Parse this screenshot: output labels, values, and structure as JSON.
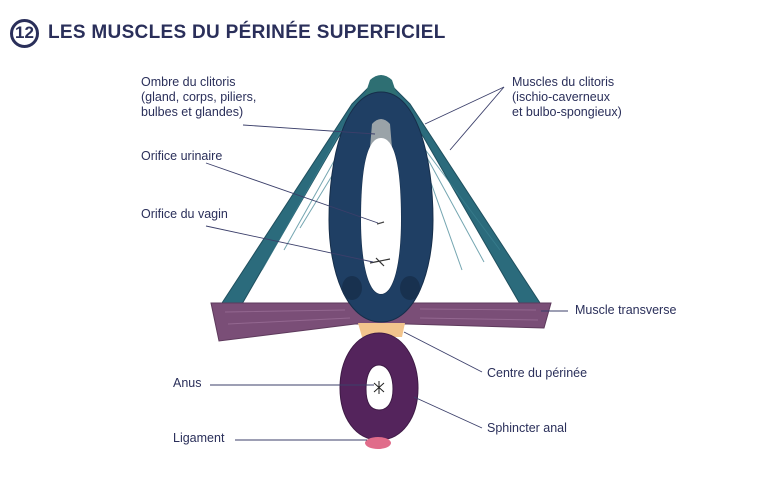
{
  "header": {
    "number": "12",
    "title": "LES MUSCLES DU PÉRINÉE SUPERFICIEL"
  },
  "labels": {
    "clitoris_shadow": [
      "Ombre du clitoris",
      "(gland, corps, piliers,",
      "bulbes et glandes)"
    ],
    "clitoris_muscles": [
      "Muscles du clitoris",
      "(ischio-caverneux",
      "et bulbo-spongieux)"
    ],
    "urinary_orifice": "Orifice urinaire",
    "vaginal_orifice": "Orifice du vagin",
    "transverse_muscle": "Muscle transverse",
    "perineum_center": "Centre du périnée",
    "anus": "Anus",
    "anal_sphincter": "Sphincter anal",
    "ligament": "Ligament"
  },
  "colors": {
    "title": "#2a2f5a",
    "ischio_muscle": "#2b6b7c",
    "bulbo_muscle": "#1f3f64",
    "transverse": "#7a4e77",
    "sphincter": "#54245c",
    "perineum_center": "#f2c48d",
    "ligament": "#e06c8a",
    "leader_line": "#3b3f6a"
  }
}
